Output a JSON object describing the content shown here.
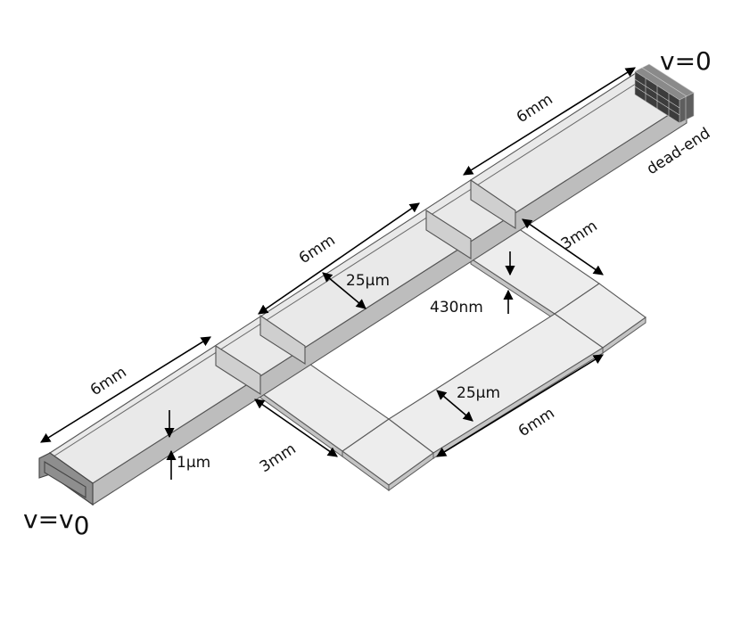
{
  "labels": {
    "outlet_velocity": "v=0",
    "inlet_velocity": "v=v",
    "inlet_velocity_sub": "0",
    "dead_end": "dead-end"
  },
  "dimensions": {
    "main_segment_1_length": "6mm",
    "main_segment_2_length": "6mm",
    "main_segment_3_length": "6mm",
    "main_width": "25μm",
    "main_depth": "1μm",
    "loop_side_upper": "3mm",
    "loop_side_lower": "3mm",
    "loop_long_length": "6mm",
    "loop_width": "25μm",
    "loop_depth": "430nm"
  }
}
